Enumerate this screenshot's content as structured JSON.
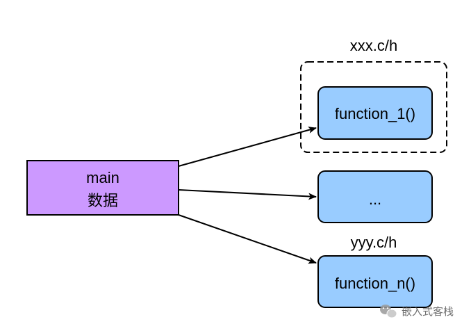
{
  "main_box": {
    "line1": "main",
    "line2": "数据",
    "fill": "#cc99ff"
  },
  "group_label": "xxx.c/h",
  "function_1": "function_1()",
  "middle_box": "...",
  "group2_label": "yyy.c/h",
  "function_n": "function_n()",
  "box_fill": "#99ccff",
  "watermark": {
    "icon": "wechat-icon",
    "text": "嵌入式客栈"
  }
}
